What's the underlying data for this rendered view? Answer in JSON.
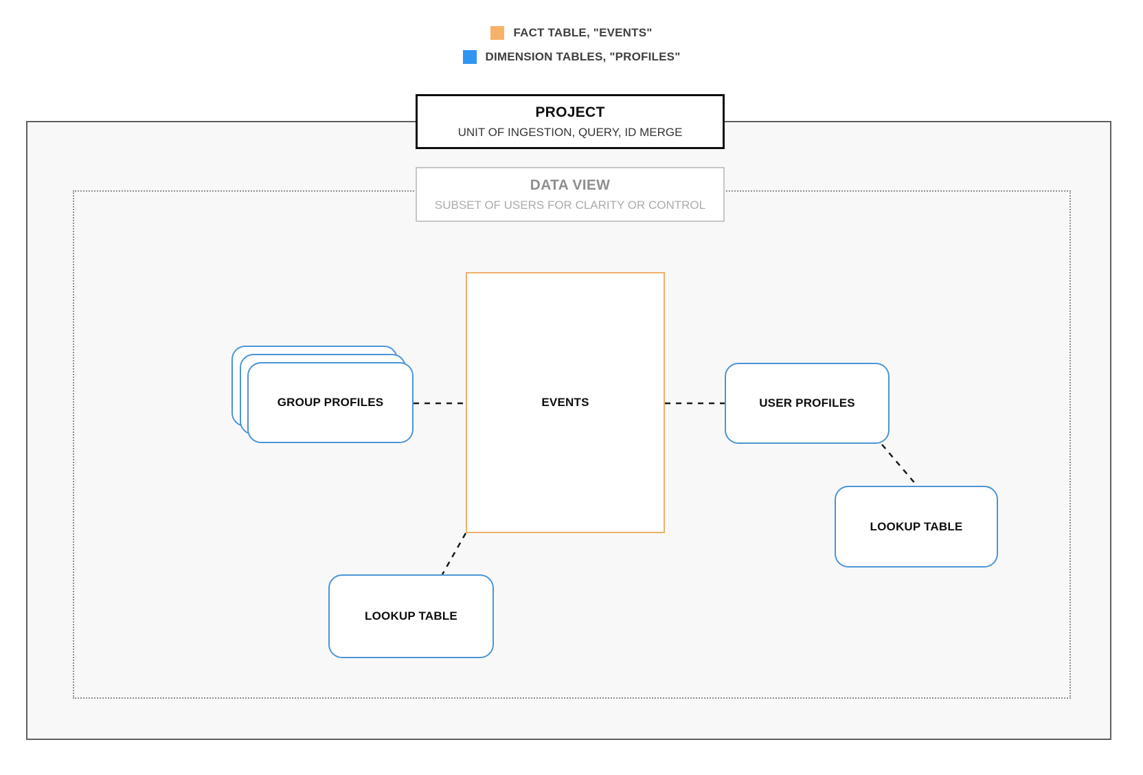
{
  "legend": {
    "items": [
      {
        "id": "fact",
        "label": "FACT TABLE, \"EVENTS\"",
        "color": "#F7B267"
      },
      {
        "id": "dimension",
        "label": "DIMENSION TABLES, \"PROFILES\"",
        "color": "#2E95F2"
      }
    ]
  },
  "project": {
    "title": "PROJECT",
    "subtitle": "UNIT OF INGESTION, QUERY, ID MERGE"
  },
  "data_view": {
    "title": "DATA VIEW",
    "subtitle": "SUBSET OF USERS FOR CLARITY OR CONTROL"
  },
  "nodes": {
    "events": {
      "label": "EVENTS",
      "type": "fact"
    },
    "group_profiles": {
      "label": "GROUP PROFILES",
      "type": "dimension"
    },
    "user_profiles": {
      "label": "USER PROFILES",
      "type": "dimension"
    },
    "lookup_right": {
      "label": "LOOKUP TABLE",
      "type": "dimension"
    },
    "lookup_bottom": {
      "label": "LOOKUP TABLE",
      "type": "dimension"
    }
  },
  "colors": {
    "fact_fill": "#F7B267",
    "fact_border": "#EFAF6B",
    "dimension_fill": "#2E95F2",
    "dimension_border": "#4B94D6",
    "connector": "#1A1A1A",
    "outer_border": "#5E5E5E",
    "dotted_border": "#8C8C8C",
    "canvas_bg": "#F8F8F8"
  }
}
